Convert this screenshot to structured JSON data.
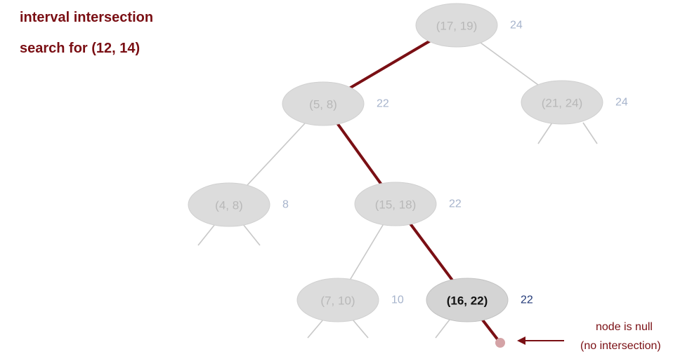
{
  "title_lines": [
    "interval intersection",
    "search for (12, 14)"
  ],
  "colors": {
    "accent": "#7a0f14",
    "node_fill_dim": "#dcdcdc",
    "node_fill_active": "#d4d4d4",
    "text_dim": "#b8b8b8",
    "text_active": "#111111",
    "max_dim": "#a7b4cc",
    "max_active": "#233a78",
    "edge_dim": "#c8c8c8",
    "edge_path": "#7a0f14"
  },
  "nodes": [
    {
      "id": "n17",
      "label": "(17, 19)",
      "max": "24",
      "active": false
    },
    {
      "id": "n5",
      "label": "(5, 8)",
      "max": "22",
      "active": false
    },
    {
      "id": "n21",
      "label": "(21, 24)",
      "max": "24",
      "active": false
    },
    {
      "id": "n4",
      "label": "(4, 8)",
      "max": "8",
      "active": false
    },
    {
      "id": "n15",
      "label": "(15, 18)",
      "max": "22",
      "active": false
    },
    {
      "id": "n7",
      "label": "(7, 10)",
      "max": "10",
      "active": false
    },
    {
      "id": "n16",
      "label": "(16, 22)",
      "max": "22",
      "active": true
    }
  ],
  "edges": [
    {
      "from": "n17",
      "to": "n5",
      "on_path": true
    },
    {
      "from": "n17",
      "to": "n21",
      "on_path": false
    },
    {
      "from": "n5",
      "to": "n4",
      "on_path": false
    },
    {
      "from": "n5",
      "to": "n15",
      "on_path": true
    },
    {
      "from": "n15",
      "to": "n7",
      "on_path": false
    },
    {
      "from": "n15",
      "to": "n16",
      "on_path": true
    },
    {
      "from": "n16",
      "to": "null",
      "on_path": true
    }
  ],
  "annotation": {
    "lines": [
      "node is null",
      "(no intersection)"
    ]
  }
}
